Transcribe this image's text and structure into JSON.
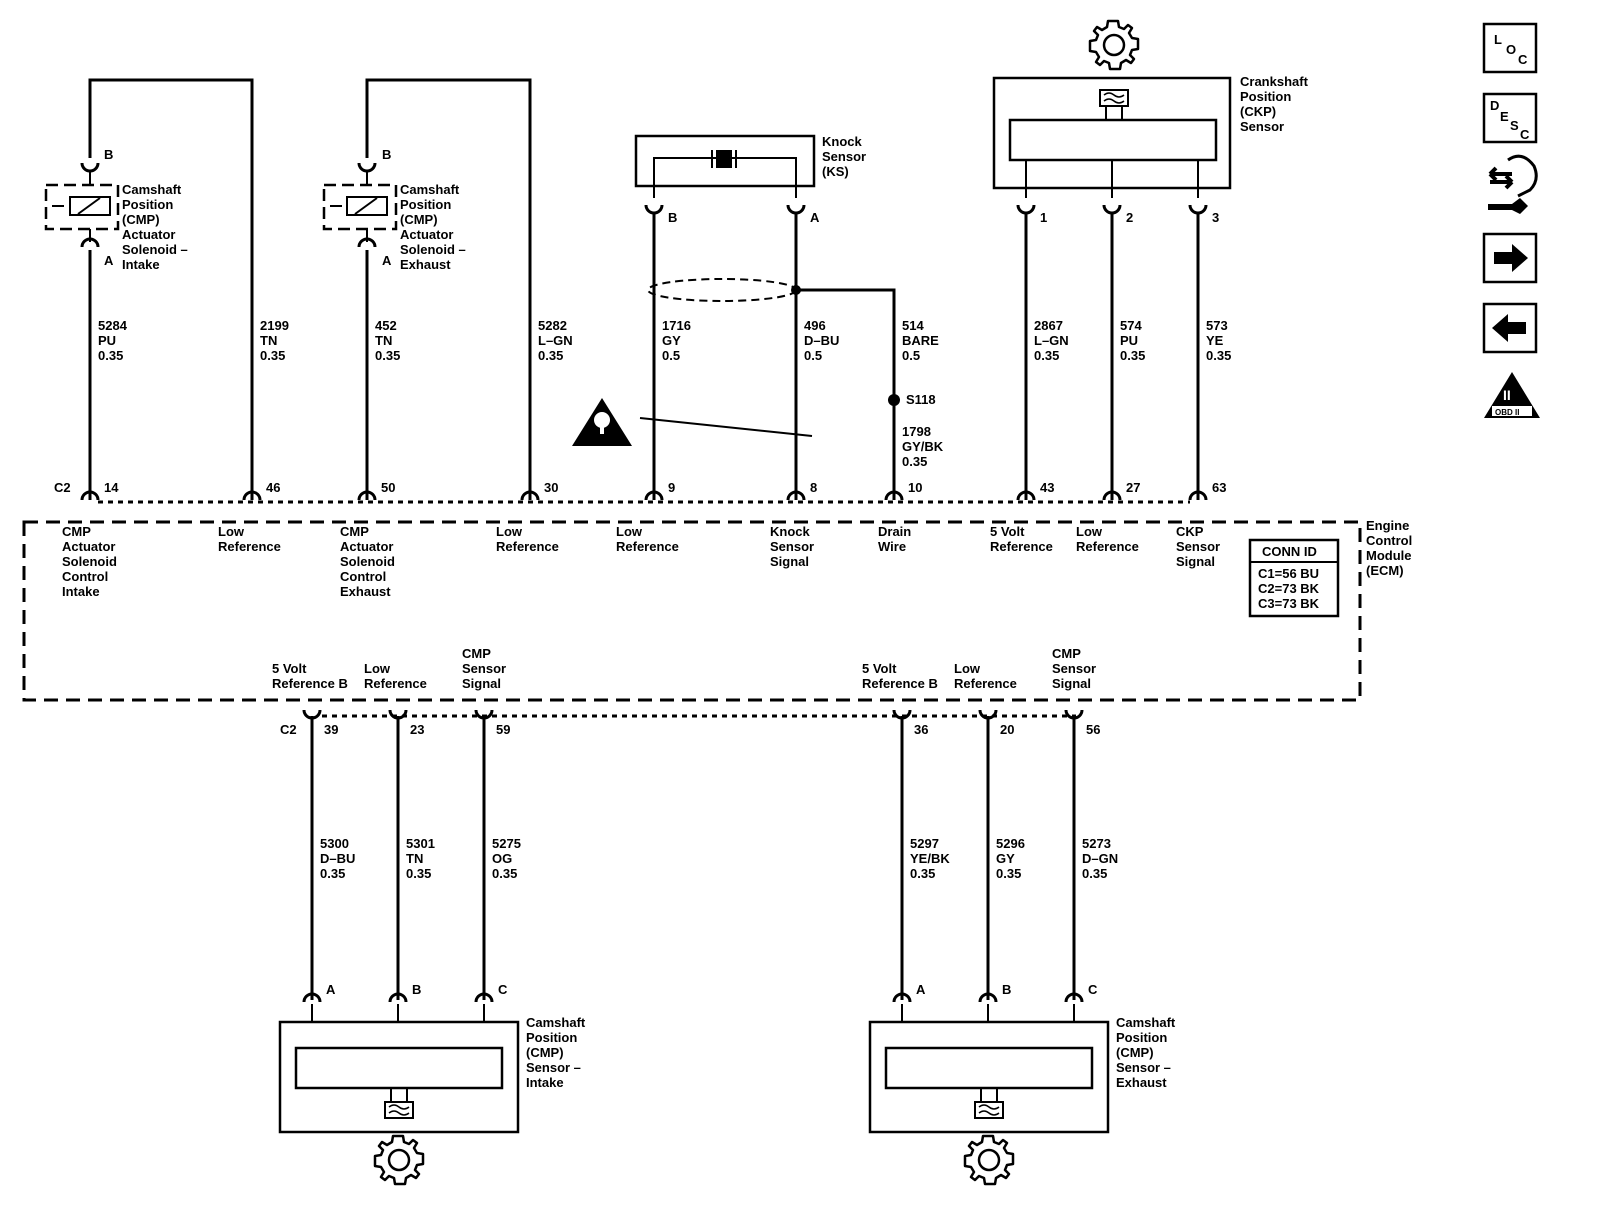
{
  "components": {
    "cmp_solenoid_intake": [
      "Camshaft",
      "Position",
      "(CMP)",
      "Actuator",
      "Solenoid –",
      "Intake"
    ],
    "cmp_solenoid_exhaust": [
      "Camshaft",
      "Position",
      "(CMP)",
      "Actuator",
      "Solenoid –",
      "Exhaust"
    ],
    "knock_sensor": [
      "Knock",
      "Sensor",
      "(KS)"
    ],
    "ckp_sensor": [
      "Crankshaft",
      "Position",
      "(CKP)",
      "Sensor"
    ],
    "cmp_sensor_intake": [
      "Camshaft",
      "Position",
      "(CMP)",
      "Sensor –",
      "Intake"
    ],
    "cmp_sensor_exhaust": [
      "Camshaft",
      "Position",
      "(CMP)",
      "Sensor –",
      "Exhaust"
    ],
    "ecm": [
      "Engine",
      "Control",
      "Module",
      "(ECM)"
    ]
  },
  "connectors": {
    "top": "C2",
    "bottom": "C2",
    "pin_b": "B",
    "pin_a": "A",
    "pin_1": "1",
    "pin_2": "2",
    "pin_3": "3",
    "pin_c": "C"
  },
  "splice": "S118",
  "top_circuits": [
    {
      "circuit": "5284",
      "color": "PU",
      "gauge": "0.35",
      "pin": "14",
      "function": [
        "CMP",
        "Actuator",
        "Solenoid",
        "Control",
        "Intake"
      ]
    },
    {
      "circuit": "2199",
      "color": "TN",
      "gauge": "0.35",
      "pin": "46",
      "function": [
        "Low",
        "Reference"
      ]
    },
    {
      "circuit": "452",
      "color": "TN",
      "gauge": "0.35",
      "pin": "50",
      "function": [
        "CMP",
        "Actuator",
        "Solenoid",
        "Control",
        "Exhaust"
      ]
    },
    {
      "circuit": "5282",
      "color": "L–GN",
      "gauge": "0.35",
      "pin": "30",
      "function": [
        "Low",
        "Reference"
      ]
    },
    {
      "circuit": "1716",
      "color": "GY",
      "gauge": "0.5",
      "pin": "9",
      "function": [
        "Low",
        "Reference"
      ]
    },
    {
      "circuit": "496",
      "color": "D–BU",
      "gauge": "0.5",
      "pin": "8",
      "function": [
        "Knock",
        "Sensor",
        "Signal"
      ]
    },
    {
      "circuit": "514",
      "color": "BARE",
      "gauge": "0.5",
      "pin": "",
      "function": []
    },
    {
      "circuit": "1798",
      "color": "GY/BK",
      "gauge": "0.35",
      "pin": "10",
      "function": [
        "Drain",
        "Wire"
      ]
    },
    {
      "circuit": "2867",
      "color": "L–GN",
      "gauge": "0.35",
      "pin": "43",
      "function": [
        "5 Volt",
        "Reference"
      ]
    },
    {
      "circuit": "574",
      "color": "PU",
      "gauge": "0.35",
      "pin": "27",
      "function": [
        "Low",
        "Reference"
      ]
    },
    {
      "circuit": "573",
      "color": "YE",
      "gauge": "0.35",
      "pin": "63",
      "function": [
        "CKP",
        "Sensor",
        "Signal"
      ]
    }
  ],
  "bottom_circuits": [
    {
      "circuit": "5300",
      "color": "D–BU",
      "gauge": "0.35",
      "pin": "39",
      "function": [
        "5 Volt",
        "Reference B"
      ],
      "sensor_pin": "A"
    },
    {
      "circuit": "5301",
      "color": "TN",
      "gauge": "0.35",
      "pin": "23",
      "function": [
        "Low",
        "Reference"
      ],
      "sensor_pin": "B"
    },
    {
      "circuit": "5275",
      "color": "OG",
      "gauge": "0.35",
      "pin": "59",
      "function": [
        "CMP",
        "Sensor",
        "Signal"
      ],
      "sensor_pin": "C"
    },
    {
      "circuit": "5297",
      "color": "YE/BK",
      "gauge": "0.35",
      "pin": "36",
      "function": [
        "5 Volt",
        "Reference B"
      ],
      "sensor_pin": "A"
    },
    {
      "circuit": "5296",
      "color": "GY",
      "gauge": "0.35",
      "pin": "20",
      "function": [
        "Low",
        "Reference"
      ],
      "sensor_pin": "B"
    },
    {
      "circuit": "5273",
      "color": "D–GN",
      "gauge": "0.35",
      "pin": "56",
      "function": [
        "CMP",
        "Sensor",
        "Signal"
      ],
      "sensor_pin": "C"
    }
  ],
  "conn_id": {
    "title": "CONN ID",
    "rows": [
      "C1=56 BU",
      "C2=73 BK",
      "C3=73 BK"
    ]
  },
  "nav": {
    "loc": [
      "L",
      "O",
      "C"
    ],
    "desc": [
      "D",
      "E",
      "S",
      "C"
    ],
    "obd": [
      "II",
      "OBD II"
    ],
    "icons": [
      "location-icon",
      "description-icon",
      "diagnostic-icon",
      "next-arrow-icon",
      "previous-arrow-icon",
      "obd-ii-icon"
    ]
  }
}
